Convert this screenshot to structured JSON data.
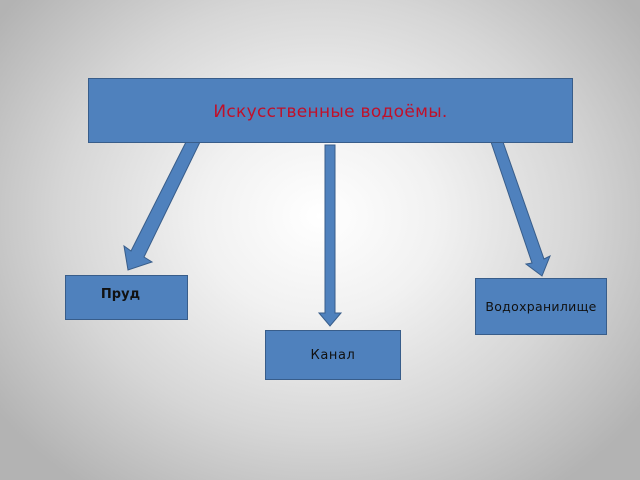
{
  "diagram": {
    "title": "Искусственные водоёмы.",
    "children": [
      {
        "label": "Пруд"
      },
      {
        "label": "Канал"
      },
      {
        "label": "Водохранилище"
      }
    ]
  },
  "colors": {
    "box_fill": "#4f81bd",
    "box_border": "#385d8a",
    "title_text": "#c0102a",
    "child_text": "#111111"
  }
}
